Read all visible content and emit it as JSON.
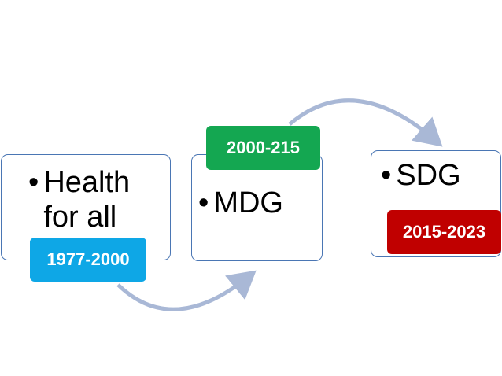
{
  "stages": [
    {
      "bullet": "•",
      "lines": [
        "Health",
        "for all"
      ],
      "tag": "1977-2000",
      "tag_color": "#0ea7e6"
    },
    {
      "bullet": "•",
      "lines": [
        "MDG"
      ],
      "tag": "2000-215",
      "tag_color": "#14a751"
    },
    {
      "bullet": "•",
      "lines": [
        "SDG"
      ],
      "tag": "2015-2023",
      "tag_color": "#c00000"
    }
  ],
  "colors": {
    "box_border": "#4a76b4",
    "arrow": "#a9b8d6"
  }
}
